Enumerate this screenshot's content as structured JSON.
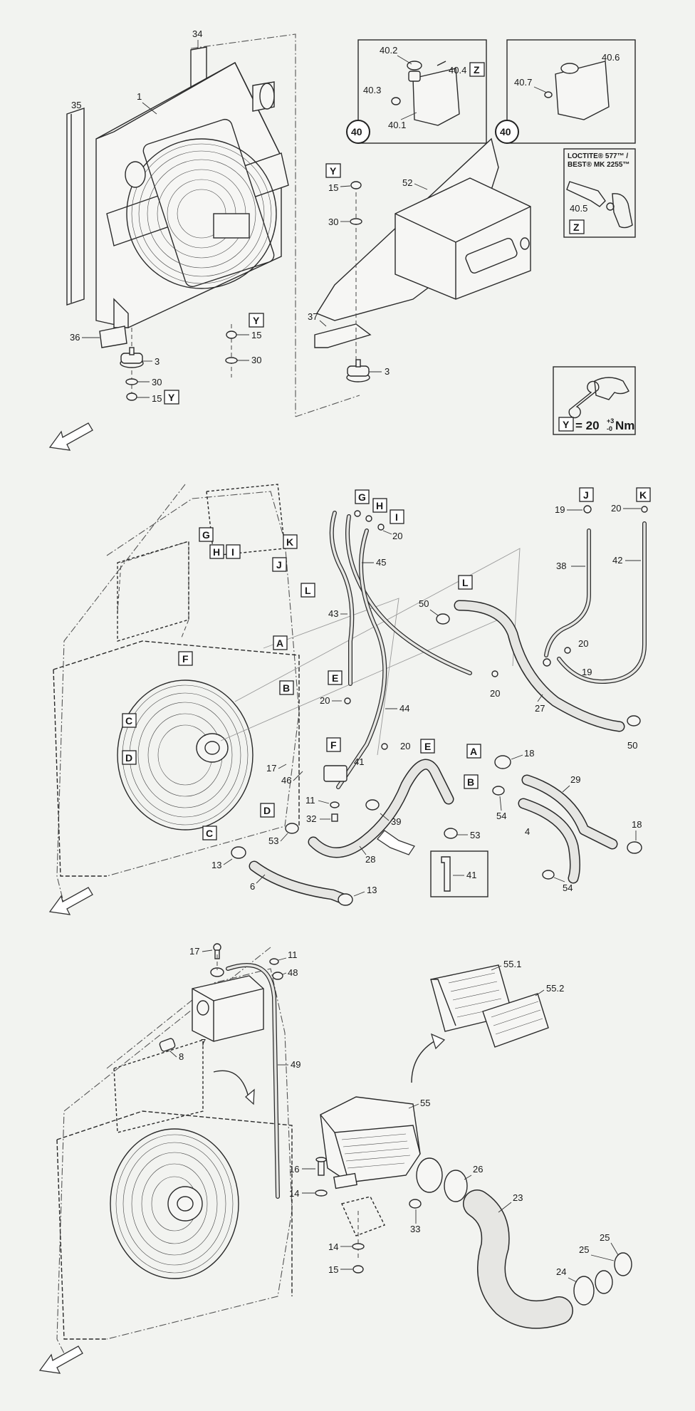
{
  "callouts": [
    {
      "id": "c34",
      "text": "34"
    },
    {
      "id": "c35",
      "text": "35"
    },
    {
      "id": "c1",
      "text": "1"
    },
    {
      "id": "c36",
      "text": "36"
    },
    {
      "id": "c3a",
      "text": "3"
    },
    {
      "id": "c30a",
      "text": "30"
    },
    {
      "id": "c15a",
      "text": "15"
    },
    {
      "id": "c15b",
      "text": "15"
    },
    {
      "id": "c30b",
      "text": "30"
    },
    {
      "id": "c402",
      "text": "40.2"
    },
    {
      "id": "c404",
      "text": "40.4"
    },
    {
      "id": "c403",
      "text": "40.3"
    },
    {
      "id": "c401",
      "text": "40.1"
    },
    {
      "id": "c406",
      "text": "40.6"
    },
    {
      "id": "c407",
      "text": "40.7"
    },
    {
      "id": "c405",
      "text": "40.5"
    },
    {
      "id": "c15c",
      "text": "15"
    },
    {
      "id": "c30c",
      "text": "30"
    },
    {
      "id": "c52",
      "text": "52"
    },
    {
      "id": "c37",
      "text": "37"
    },
    {
      "id": "c3b",
      "text": "3"
    },
    {
      "id": "c19a",
      "text": "19"
    },
    {
      "id": "c20a",
      "text": "20"
    },
    {
      "id": "c20b",
      "text": "20"
    },
    {
      "id": "c45",
      "text": "45"
    },
    {
      "id": "c38",
      "text": "38"
    },
    {
      "id": "c42",
      "text": "42"
    },
    {
      "id": "c43",
      "text": "43"
    },
    {
      "id": "c50a",
      "text": "50"
    },
    {
      "id": "c20c",
      "text": "20"
    },
    {
      "id": "c19b",
      "text": "19"
    },
    {
      "id": "c20d",
      "text": "20"
    },
    {
      "id": "c20e",
      "text": "20"
    },
    {
      "id": "c44",
      "text": "44"
    },
    {
      "id": "c27",
      "text": "27"
    },
    {
      "id": "c50b",
      "text": "50"
    },
    {
      "id": "c20f",
      "text": "20"
    },
    {
      "id": "c18a",
      "text": "18"
    },
    {
      "id": "c17a",
      "text": "17"
    },
    {
      "id": "c41a",
      "text": "41"
    },
    {
      "id": "c46",
      "text": "46"
    },
    {
      "id": "c29",
      "text": "29"
    },
    {
      "id": "c11a",
      "text": "11"
    },
    {
      "id": "c54a",
      "text": "54"
    },
    {
      "id": "c32",
      "text": "32"
    },
    {
      "id": "c39",
      "text": "39"
    },
    {
      "id": "c4",
      "text": "4"
    },
    {
      "id": "c18b",
      "text": "18"
    },
    {
      "id": "c53a",
      "text": "53"
    },
    {
      "id": "c53b",
      "text": "53"
    },
    {
      "id": "c28",
      "text": "28"
    },
    {
      "id": "c13a",
      "text": "13"
    },
    {
      "id": "c41b",
      "text": "41"
    },
    {
      "id": "c6",
      "text": "6"
    },
    {
      "id": "c13b",
      "text": "13"
    },
    {
      "id": "c54b",
      "text": "54"
    },
    {
      "id": "c17b",
      "text": "17"
    },
    {
      "id": "c11b",
      "text": "11"
    },
    {
      "id": "c48",
      "text": "48"
    },
    {
      "id": "c7",
      "text": "7"
    },
    {
      "id": "c8",
      "text": "8"
    },
    {
      "id": "c49",
      "text": "49"
    },
    {
      "id": "c551",
      "text": "55.1"
    },
    {
      "id": "c552",
      "text": "55.2"
    },
    {
      "id": "c55",
      "text": "55"
    },
    {
      "id": "c16",
      "text": "16"
    },
    {
      "id": "c26",
      "text": "26"
    },
    {
      "id": "c14a",
      "text": "14"
    },
    {
      "id": "c23",
      "text": "23"
    },
    {
      "id": "c33",
      "text": "33"
    },
    {
      "id": "c14b",
      "text": "14"
    },
    {
      "id": "c15d",
      "text": "15"
    },
    {
      "id": "c25a",
      "text": "25"
    },
    {
      "id": "c25b",
      "text": "25"
    },
    {
      "id": "c24",
      "text": "24"
    }
  ],
  "letter_boxes": [
    {
      "id": "bZ1",
      "text": "Z"
    },
    {
      "id": "bY1",
      "text": "Y"
    },
    {
      "id": "bY2",
      "text": "Y"
    },
    {
      "id": "bY3",
      "text": "Y"
    },
    {
      "id": "bZ2",
      "text": "Z"
    },
    {
      "id": "bY4",
      "text": "Y"
    },
    {
      "id": "bG1",
      "text": "G"
    },
    {
      "id": "bH1",
      "text": "H"
    },
    {
      "id": "bI1",
      "text": "I"
    },
    {
      "id": "bJ1",
      "text": "J"
    },
    {
      "id": "bK1",
      "text": "K"
    },
    {
      "id": "bG2",
      "text": "G"
    },
    {
      "id": "bH2",
      "text": "H"
    },
    {
      "id": "bI2",
      "text": "I"
    },
    {
      "id": "bK2",
      "text": "K"
    },
    {
      "id": "bJ2",
      "text": "J"
    },
    {
      "id": "bL1",
      "text": "L"
    },
    {
      "id": "bL2",
      "text": "L"
    },
    {
      "id": "bA1",
      "text": "A"
    },
    {
      "id": "bF1",
      "text": "F"
    },
    {
      "id": "bB1",
      "text": "B"
    },
    {
      "id": "bE1",
      "text": "E"
    },
    {
      "id": "bC1",
      "text": "C"
    },
    {
      "id": "bD1",
      "text": "D"
    },
    {
      "id": "bF2",
      "text": "F"
    },
    {
      "id": "bE2",
      "text": "E"
    },
    {
      "id": "bA2",
      "text": "A"
    },
    {
      "id": "bB2",
      "text": "B"
    },
    {
      "id": "bD2",
      "text": "D"
    },
    {
      "id": "bC2",
      "text": "C"
    }
  ],
  "detail_refs": [
    {
      "id": "d40a",
      "text": "40"
    },
    {
      "id": "d40b",
      "text": "40"
    }
  ],
  "loctite_note": {
    "line1": "LOCTITE® 577™ /",
    "line2": "BEST® MK 2255™"
  },
  "torque_spec": {
    "box": "Y",
    "value": "= 20",
    "tol_plus": "+3",
    "tol_minus": "-0",
    "unit": "Nm"
  }
}
